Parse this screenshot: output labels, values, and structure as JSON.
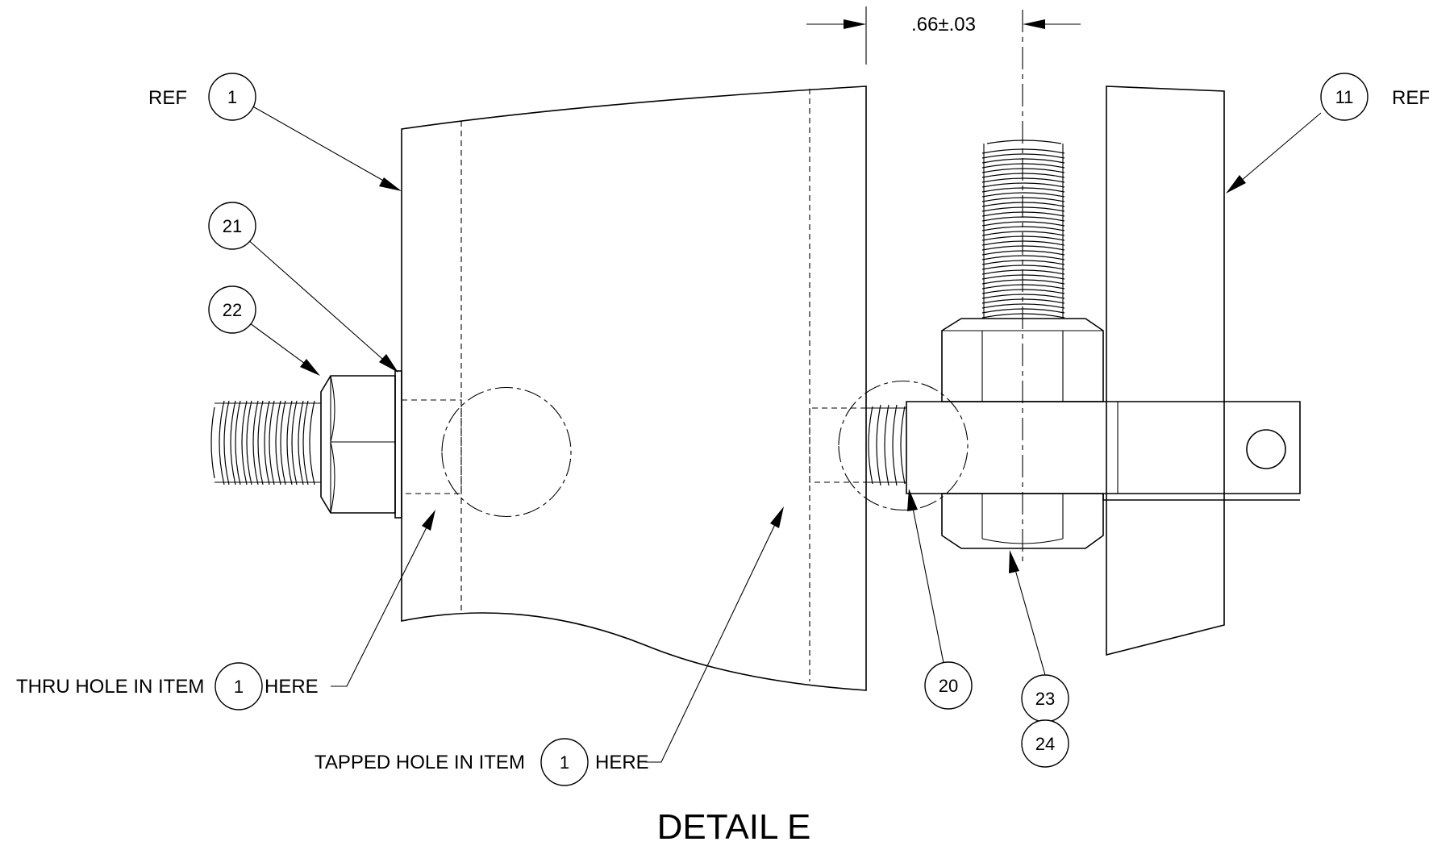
{
  "title": "DETAIL E",
  "dimension": {
    "value": ".66±.03"
  },
  "balloons": {
    "item1": "1",
    "item11": "11",
    "item20": "20",
    "item21": "21",
    "item22": "22",
    "item23": "23",
    "item24": "24",
    "thru_item": "1",
    "tapped_item": "1"
  },
  "labels": {
    "ref_left": "REF",
    "ref_right": "REF",
    "thru_prefix": "THRU HOLE IN ITEM",
    "thru_suffix": "HERE",
    "tapped_prefix": "TAPPED HOLE IN ITEM",
    "tapped_suffix": "HERE"
  }
}
